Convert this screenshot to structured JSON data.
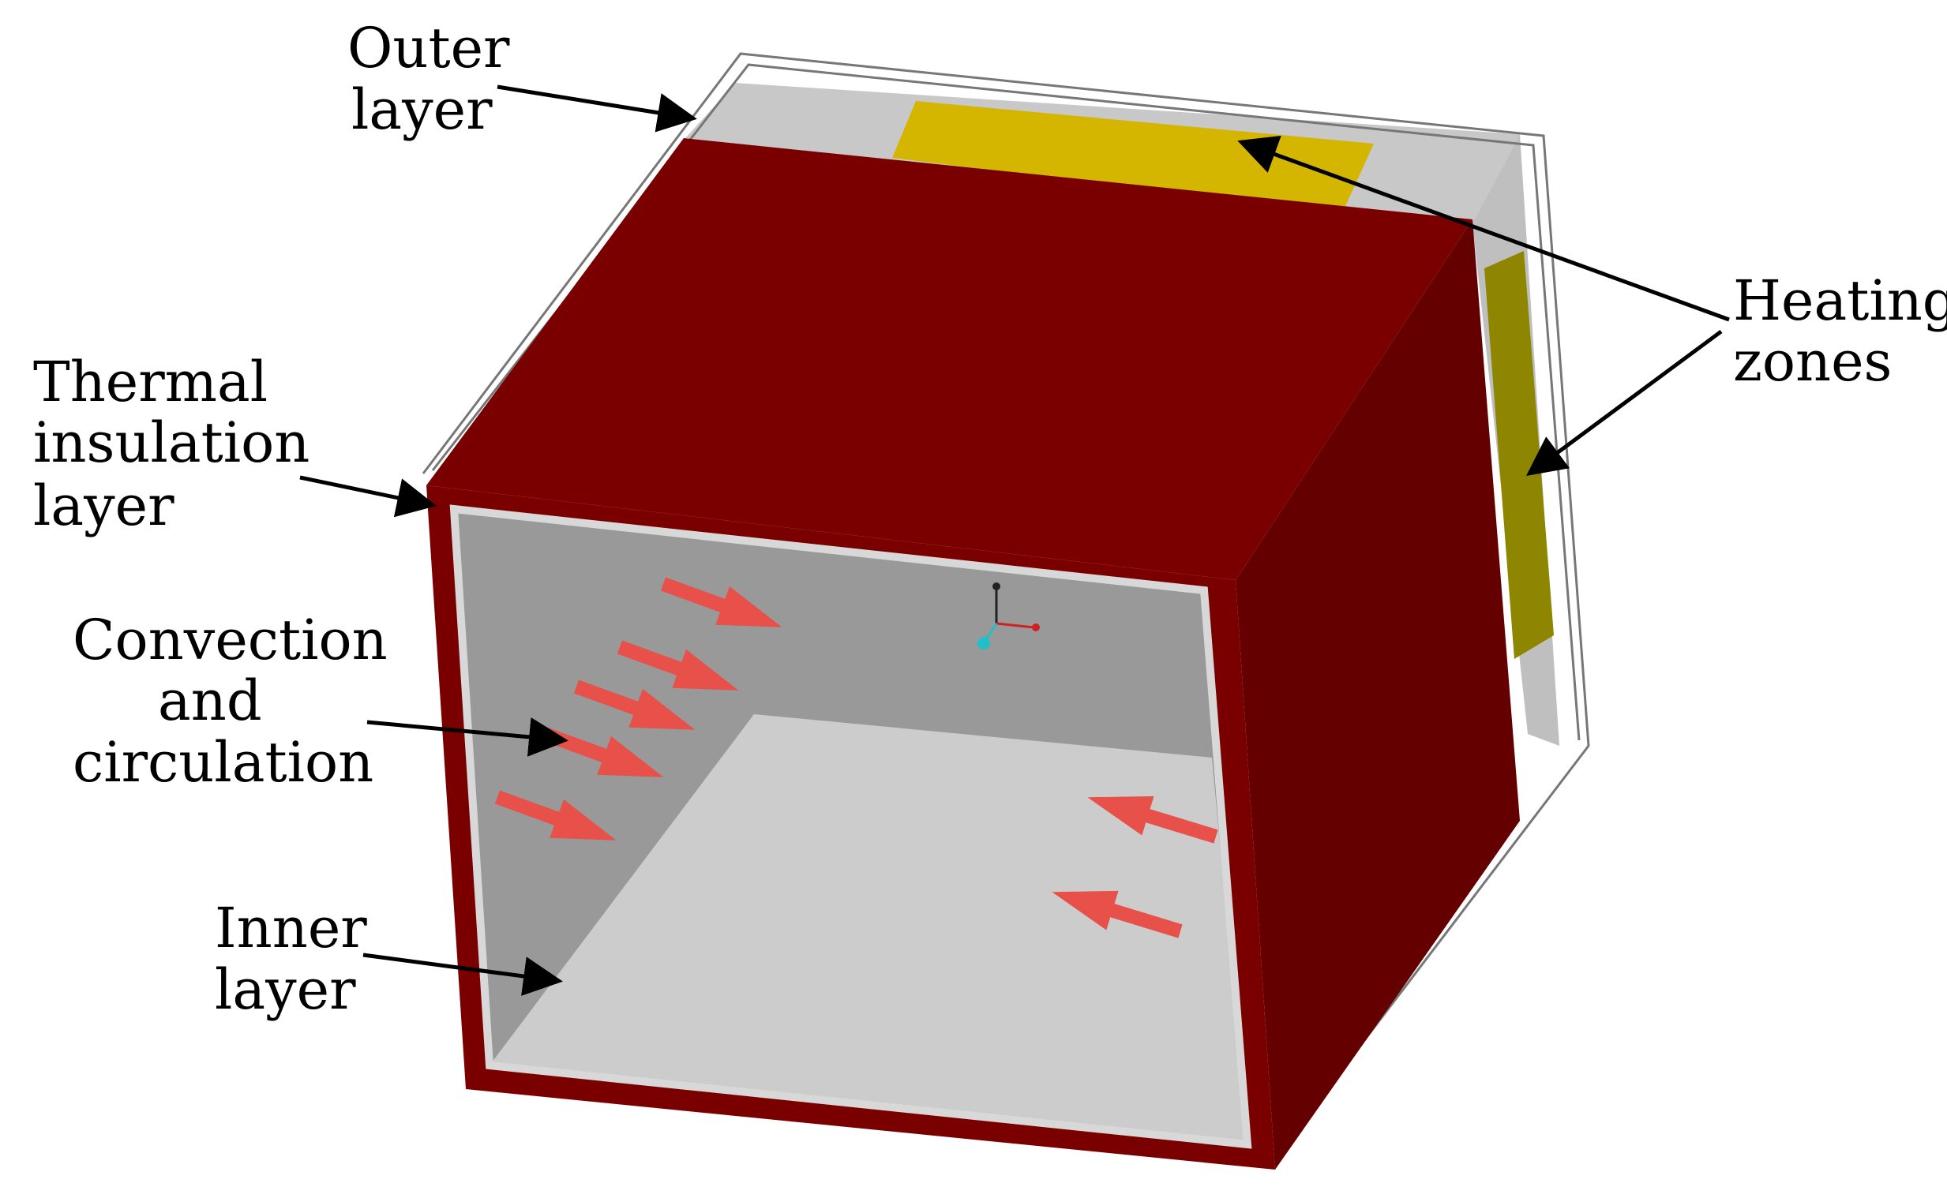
{
  "labels": {
    "outer_line1": "Outer",
    "outer_line2": "layer",
    "heating_line1": "Heating",
    "heating_line2": "zones",
    "thermal_line1": "Thermal",
    "thermal_line2": "insulation",
    "thermal_line3": "layer",
    "convection_line1": "Convection",
    "convection_line2": "and",
    "convection_line3": "circulation",
    "inner_line1": "Inner",
    "inner_line2": "layer"
  },
  "colors": {
    "insulation": "#7a0000",
    "insulation_side": "#650000",
    "heating_zone": "#d4b500",
    "heating_zone_side": "#8f8600",
    "inner_back_wall": "#999999",
    "inner_floor": "#cccccc",
    "outer_top": "#c8c8c8",
    "flow_arrow": "#e8504a",
    "callout": "#000000"
  }
}
